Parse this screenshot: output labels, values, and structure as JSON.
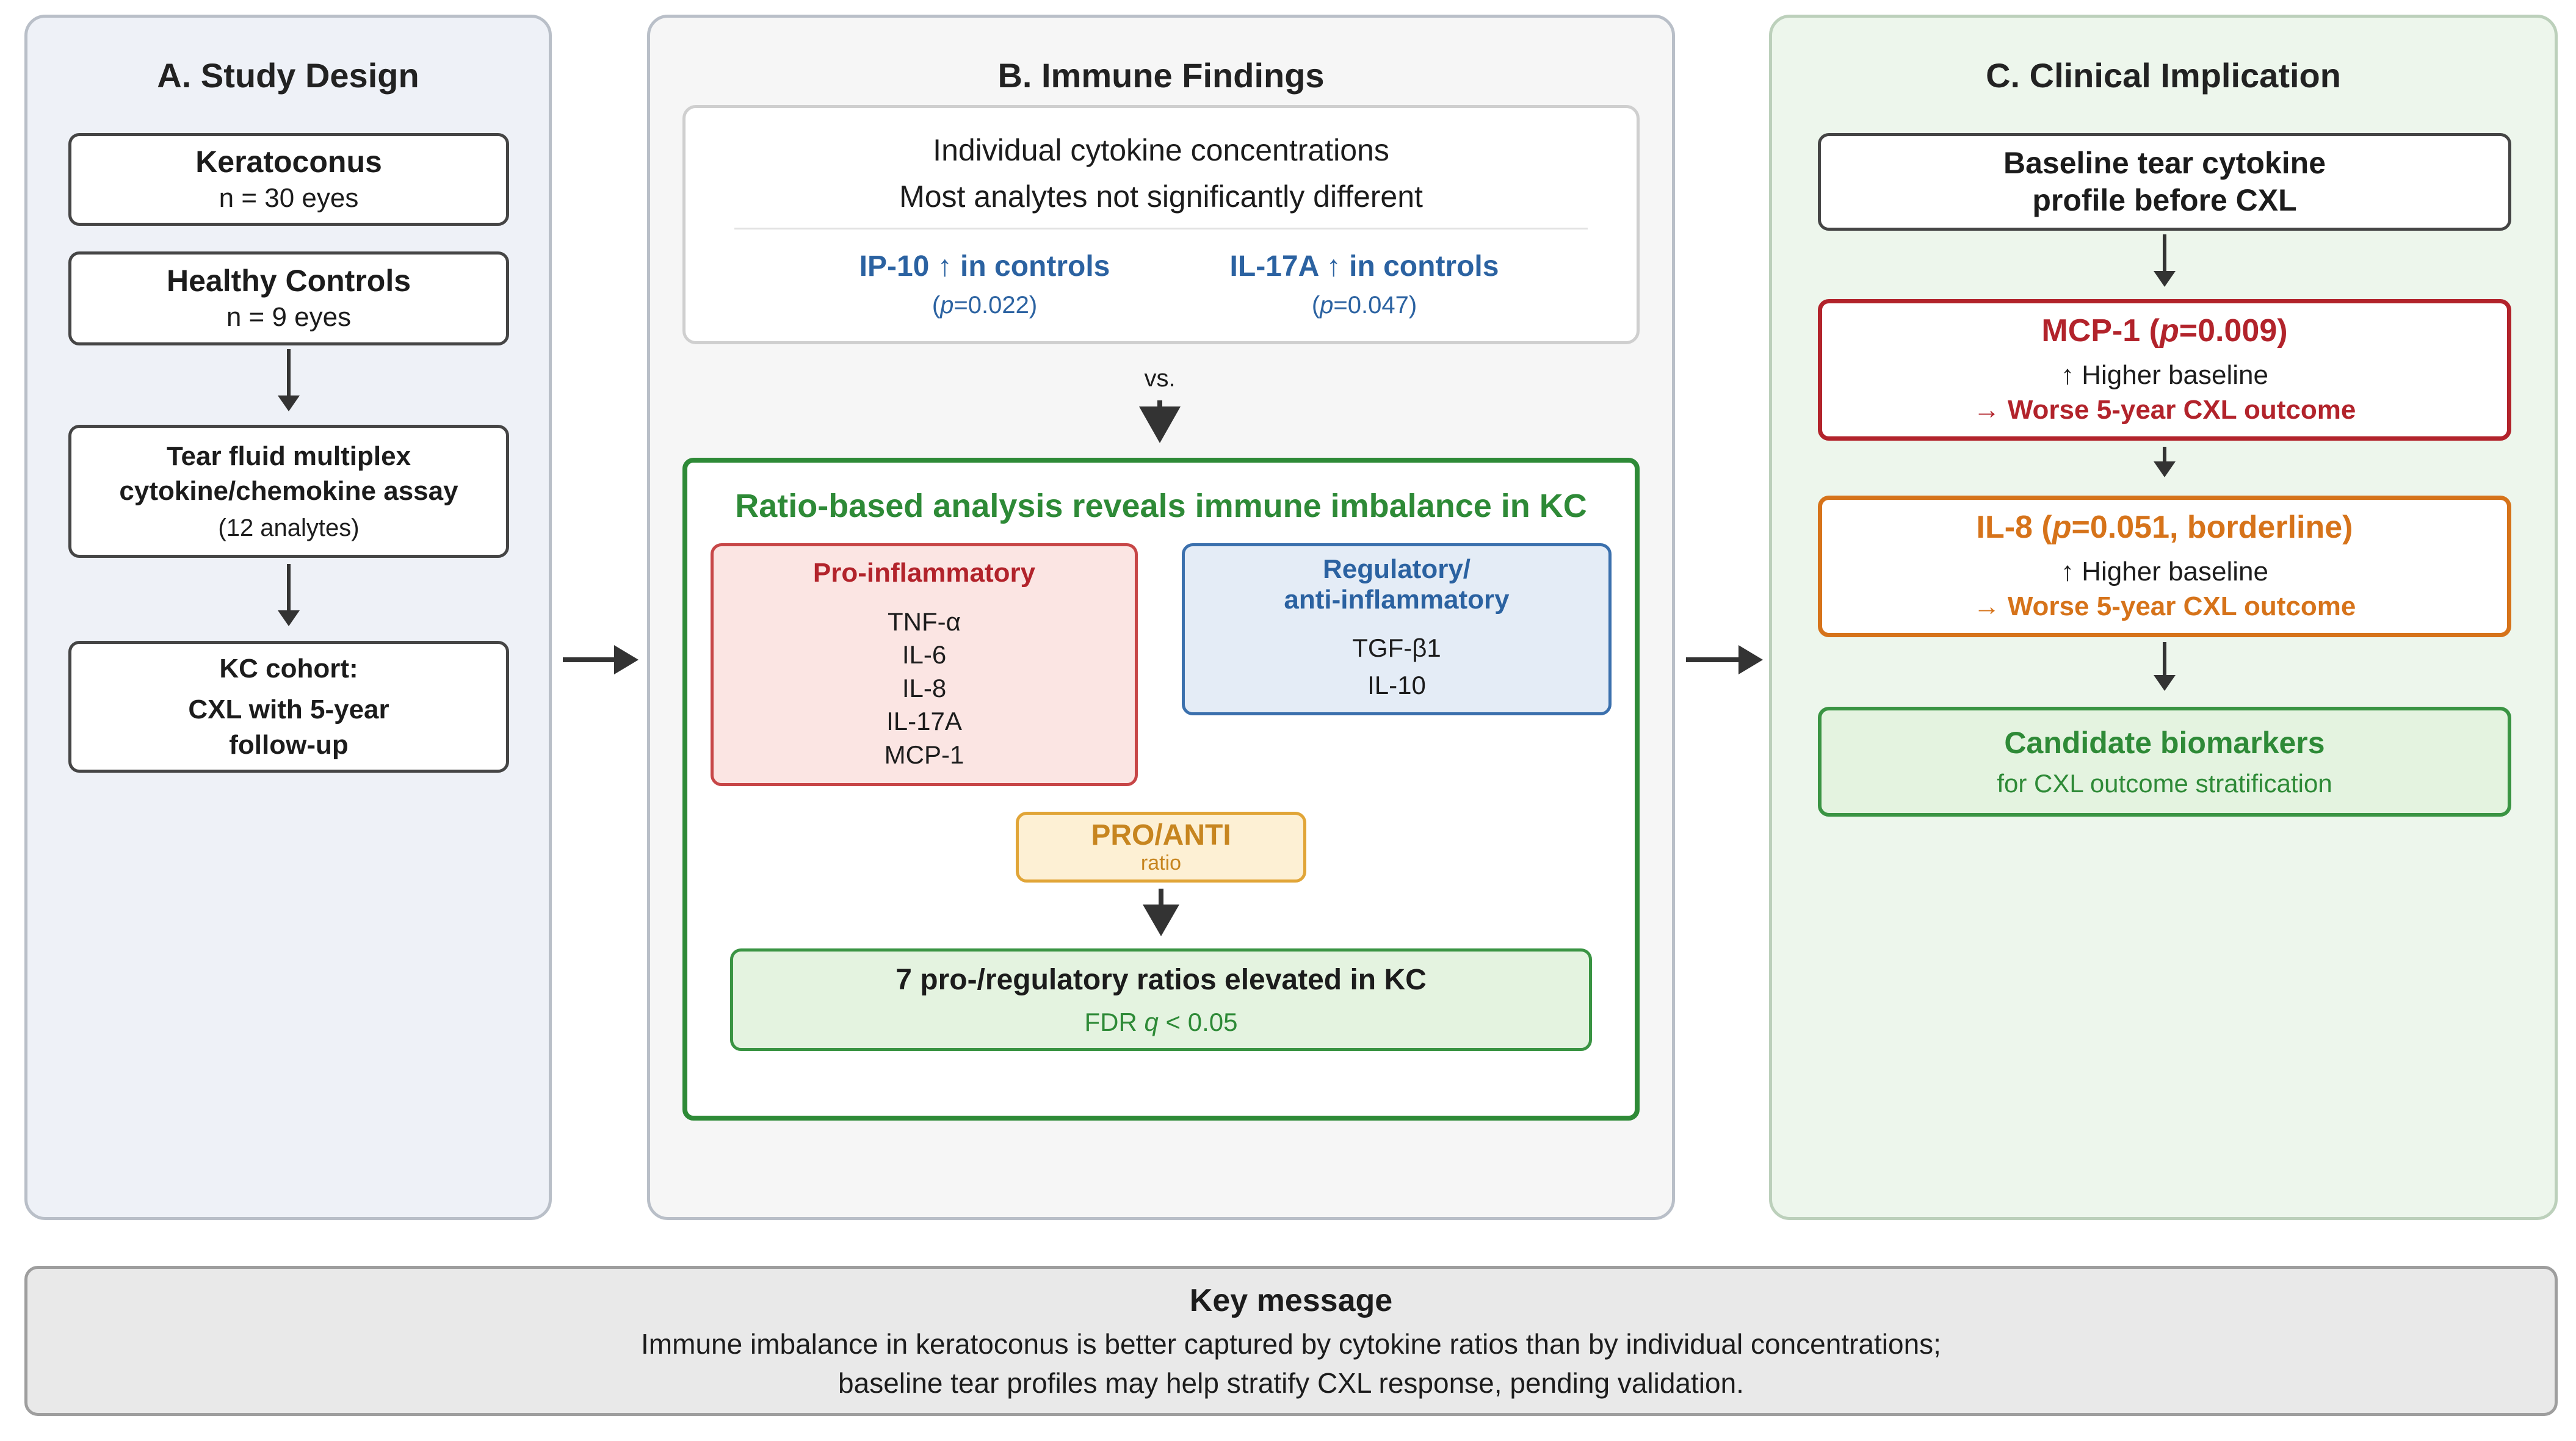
{
  "panels": {
    "a": {
      "title": "A. Study Design",
      "keratoconus": {
        "title": "Keratoconus",
        "n": "n = 30 eyes"
      },
      "controls": {
        "title": "Healthy Controls",
        "n": "n = 9 eyes"
      },
      "assay": {
        "line1": "Tear fluid multiplex",
        "line2": "cytokine/chemokine assay",
        "sub": "(12 analytes)"
      },
      "cohort": {
        "line1": "KC cohort:",
        "line2": "CXL with 5-year",
        "line3": "follow-up"
      }
    },
    "b": {
      "title": "B. Immune Findings",
      "individual": {
        "line1": "Individual cytokine concentrations",
        "line2": "Most analytes not significantly different",
        "ip10": {
          "label": "IP-10 ↑ in controls",
          "p_sym": "p",
          "p_val": "=0.022"
        },
        "il17a": {
          "label": "IL-17A ↑ in controls",
          "p_sym": "p",
          "p_val": "=0.047"
        }
      },
      "vs_label": "vs.",
      "ratio": {
        "title": "Ratio-based analysis reveals immune imbalance in KC",
        "pro": {
          "title": "Pro-inflammatory",
          "items": [
            "TNF-α",
            "IL-6",
            "IL-8",
            "IL-17A",
            "MCP-1"
          ]
        },
        "reg": {
          "title1": "Regulatory/",
          "title2": "anti-inflammatory",
          "items": [
            "TGF-β1",
            "IL-10"
          ]
        },
        "pro_anti": {
          "title": "PRO/ANTI",
          "sub": "ratio"
        },
        "result": {
          "title": "7 pro-/regulatory ratios elevated in KC",
          "sub_prefix": "FDR ",
          "sub_q": "q",
          "sub_suffix": " < 0.05"
        }
      }
    },
    "c": {
      "title": "C. Clinical Implication",
      "baseline": {
        "line1": "Baseline tear cytokine",
        "line2": "profile before CXL"
      },
      "mcp1": {
        "name": "MCP-1 (",
        "p": "p",
        "val": "=0.009)",
        "line2": "↑ Higher baseline",
        "line3": "→ Worse 5-year CXL outcome"
      },
      "il8": {
        "name": "IL-8 (",
        "p": "p",
        "val": "=0.051, borderline)",
        "line2": "↑ Higher baseline",
        "line3": "→ Worse 5-year CXL outcome"
      },
      "candidate": {
        "title": "Candidate biomarkers",
        "sub": "for CXL outcome stratification"
      }
    }
  },
  "key_message": {
    "title": "Key message",
    "line1": "Immune imbalance in keratoconus is better captured by cytokine ratios than by individual concentrations;",
    "line2": "baseline tear profiles may help stratify CXL response, pending validation."
  },
  "colors": {
    "regulatory_blue": "#2b62a1",
    "pro_red": "#b2232b",
    "borderline_orange": "#d6731a",
    "ratio_green": "#2e8a37"
  }
}
